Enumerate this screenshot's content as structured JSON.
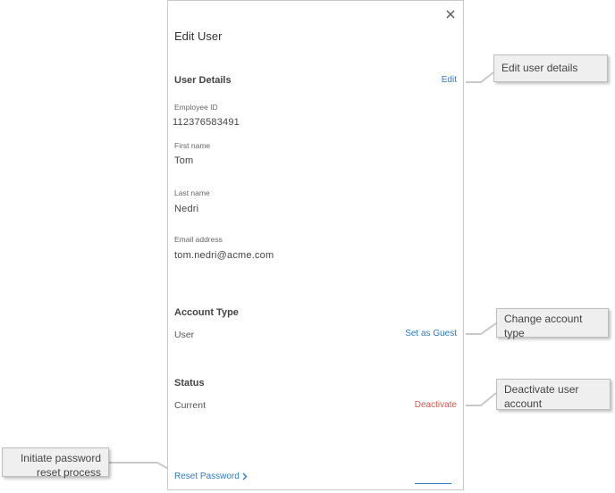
{
  "dialog": {
    "title": "Edit User",
    "user_details": {
      "heading": "User Details",
      "edit_label": "Edit",
      "fields": [
        {
          "label": "Employee ID",
          "value": "112376583491"
        },
        {
          "label": "First name",
          "value": "Tom"
        },
        {
          "label": "Last name",
          "value": "Nedri"
        },
        {
          "label": "Email address",
          "value": "tom.nedri@acme.com"
        }
      ]
    },
    "account_type": {
      "heading": "Account Type",
      "value": "User",
      "action_label": "Set as Guest"
    },
    "status": {
      "heading": "Status",
      "value": "Current",
      "action_label": "Deactivate"
    },
    "reset_password_label": "Reset Password"
  },
  "annotations": {
    "edit_details": "Edit user details",
    "change_account_type": "Change account type",
    "deactivate_account": "Deactivate user account",
    "initiate_reset": "Initiate password reset process"
  },
  "colors": {
    "link": "#2e7bc4",
    "danger": "#d9534f",
    "callout_bg": "#efefef"
  }
}
